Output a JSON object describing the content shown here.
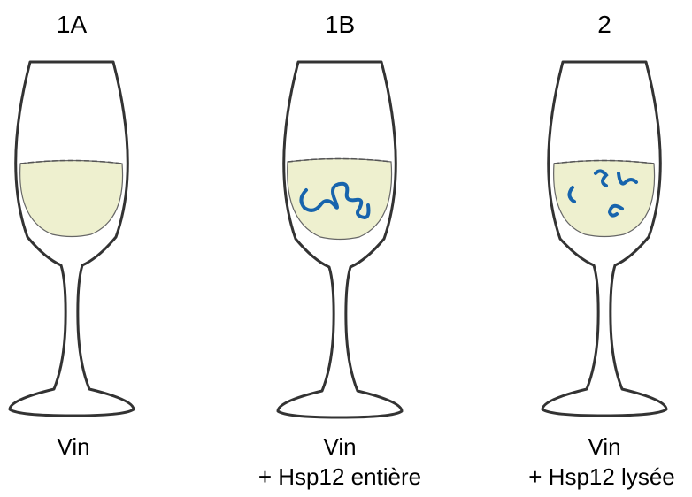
{
  "colors": {
    "wine": "#eef0cf",
    "glass_stroke": "#333333",
    "protein": "#1764ad"
  },
  "glasses": [
    {
      "id": "1A",
      "number": "1A",
      "caption_line1": "Vin",
      "caption_line2": "",
      "protein": "none"
    },
    {
      "id": "1B",
      "number": "1B",
      "caption_line1": "Vin",
      "caption_line2": "+ Hsp12 entière",
      "protein": "whole"
    },
    {
      "id": "2",
      "number": "2",
      "caption_line1": "Vin",
      "caption_line2": "+ Hsp12 lysée",
      "protein": "fragments"
    }
  ]
}
